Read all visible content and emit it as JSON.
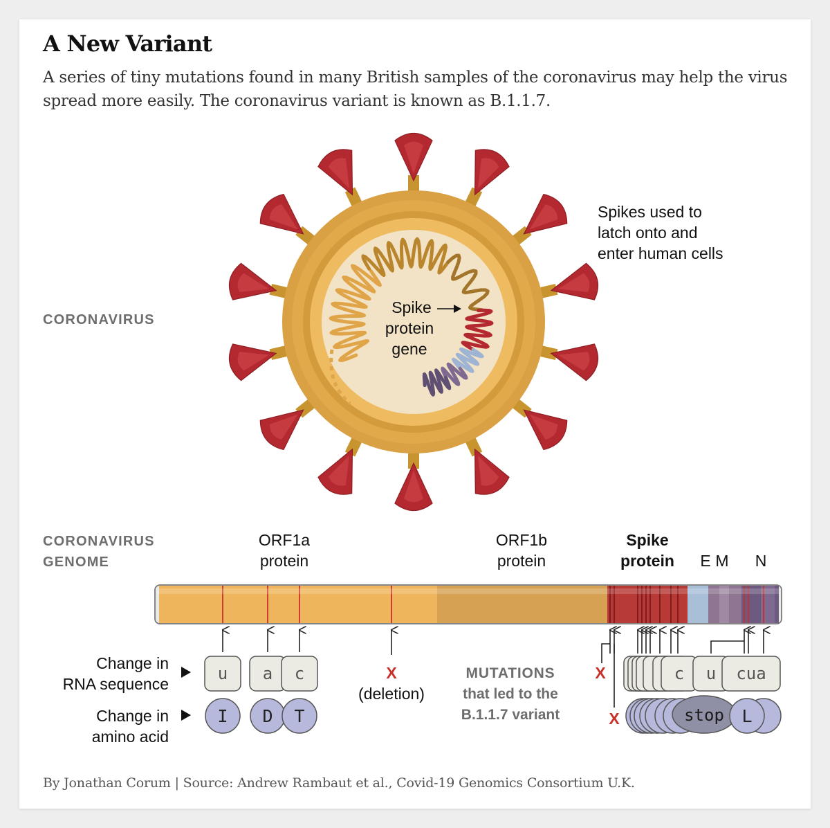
{
  "title": "A New Variant",
  "subtitle": "A series of tiny mutations found in many British samples of the coronavirus may help the virus spread more easily. The coronavirus variant is known as B.1.1.7.",
  "credit": "By Jonathan Corum | Source: Andrew Rambaut et al., Covid-19 Genomics Consortium U.K.",
  "virus": {
    "section_label": "CORONAVIRUS",
    "spikes_note": [
      "Spikes used to",
      "latch onto and",
      "enter human cells"
    ],
    "gene_label": [
      "Spike",
      "protein",
      "gene"
    ]
  },
  "genome": {
    "section_label": [
      "CORONAVIRUS",
      "GENOME"
    ],
    "orf1a": [
      "ORF1a",
      "protein"
    ],
    "orf1b": [
      "ORF1b",
      "protein"
    ],
    "spike": [
      "Spike",
      "protein"
    ],
    "e": "E",
    "m": "M",
    "n": "N"
  },
  "legend": {
    "rna": [
      "Change in",
      "RNA sequence"
    ],
    "amino": [
      "Change in",
      "amino acid"
    ]
  },
  "mutations": {
    "heading": [
      "MUTATIONS",
      "that led to the",
      "B.1.1.7 variant"
    ],
    "deletion_label": "(deletion)",
    "x_mark": "X",
    "codons": [
      "u",
      "a",
      "c"
    ],
    "amino_acids": [
      "I",
      "D",
      "T"
    ],
    "right_codons": [
      "c",
      "u",
      "cua"
    ],
    "right_amino": [
      "stop",
      "L"
    ]
  },
  "colors": {
    "spike_red": "#b4282f",
    "orf_a": "#efb55c",
    "orf_b": "#d6a153",
    "shell": "#dba043",
    "core": "#f3e2c4",
    "mutation_red": "#c8302a",
    "amino_fill": "#b6b8dc",
    "codon_fill": "#ecebe3"
  }
}
